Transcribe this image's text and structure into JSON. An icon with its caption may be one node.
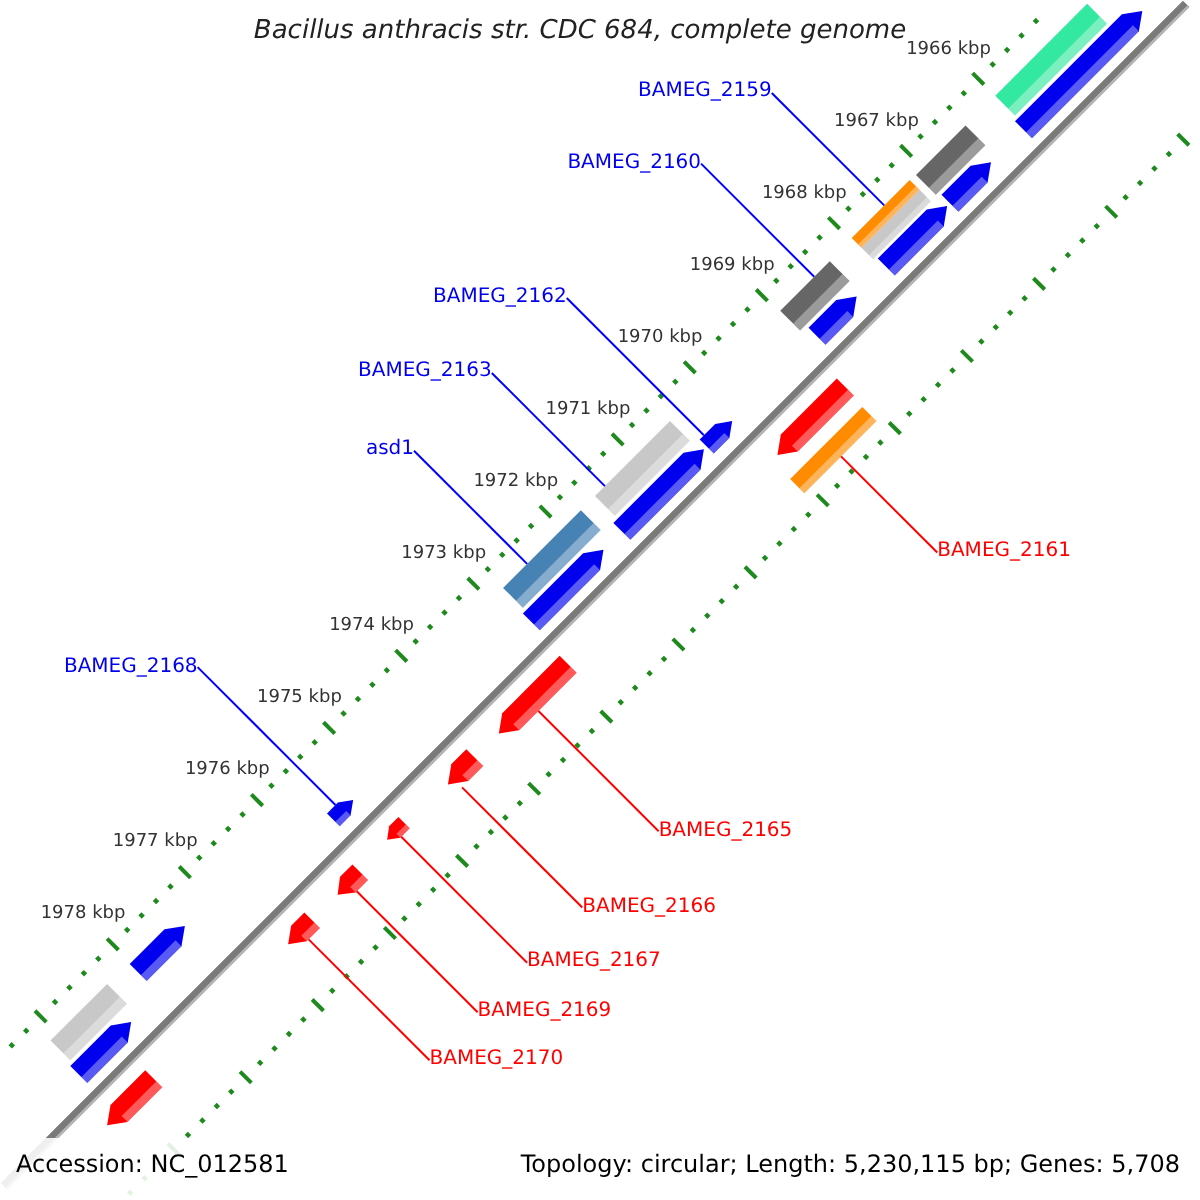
{
  "diagram": {
    "title": "Bacillus anthracis str. CDC 684, complete genome",
    "nodes": [
      {
        "text": [
          "BAMEG_2159"
        ]
      },
      {
        "text": [
          "BAMEG_2160"
        ]
      },
      {
        "text": [
          "BAMEG_2162"
        ]
      },
      {
        "text": [
          "BAMEG_2163"
        ]
      },
      {
        "text": [
          "asd1"
        ]
      },
      {
        "text": [
          "BAMEG_2161"
        ]
      },
      {
        "text": [
          "BAMEG_2168"
        ]
      },
      {
        "text": [
          "BAMEG_2165"
        ]
      },
      {
        "text": [
          "BAMEG_2166"
        ]
      },
      {
        "text": [
          "BAMEG_2167"
        ]
      },
      {
        "text": [
          "BAMEG_2169"
        ]
      },
      {
        "text": [
          "BAMEG_2170"
        ]
      },
      {
        "text": [],
        "shape": "box"
      },
      {
        "text": [],
        "shape": "arrow"
      },
      {
        "text": [],
        "shape": "box"
      },
      {
        "text": [],
        "shape": "arrow"
      },
      {
        "text": [],
        "shape": "box"
      },
      {
        "text": [],
        "shape": "box"
      },
      {
        "text": [],
        "shape": "arrow"
      },
      {
        "text": [],
        "shape": "box"
      },
      {
        "text": [],
        "shape": "arrow"
      },
      {
        "text": [],
        "shape": "arrow"
      },
      {
        "text": [],
        "shape": "box"
      },
      {
        "text": [],
        "shape": "arrow"
      },
      {
        "text": [],
        "shape": "box"
      },
      {
        "text": [],
        "shape": "arrow"
      },
      {
        "text": [],
        "shape": "box"
      },
      {
        "text": [],
        "shape": "arrow"
      },
      {
        "text": [],
        "shape": "arrow"
      },
      {
        "text": [],
        "shape": "arrow"
      },
      {
        "text": [],
        "shape": "arrow"
      },
      {
        "text": [],
        "shape": "arrow"
      },
      {
        "text": [],
        "shape": "arrow"
      },
      {
        "text": [],
        "shape": "arrow"
      },
      {
        "text": [],
        "shape": "arrow"
      },
      {
        "text": [],
        "shape": "box"
      },
      {
        "text": [],
        "shape": "arrow"
      },
      {
        "text": [],
        "shape": "arrow"
      }
    ],
    "edges": [
      {
        "from": 0,
        "to": 16,
        "arrow": "none",
        "color": "#0000ff"
      },
      {
        "from": 1,
        "to": 19,
        "arrow": "none",
        "color": "#0000ff"
      },
      {
        "from": 2,
        "to": 23,
        "arrow": "none",
        "color": "#0000ff"
      },
      {
        "from": 3,
        "to": 24,
        "arrow": "none",
        "color": "#0000ff"
      },
      {
        "from": 4,
        "to": 26,
        "arrow": "none",
        "color": "#0000ff"
      },
      {
        "from": 5,
        "to": 22,
        "arrow": "none",
        "color": "#ff0000"
      },
      {
        "from": 6,
        "to": 30,
        "arrow": "none",
        "color": "#0000ff"
      },
      {
        "from": 7,
        "to": 28,
        "arrow": "none",
        "color": "#ff0000"
      },
      {
        "from": 8,
        "to": 29,
        "arrow": "none",
        "color": "#ff0000"
      },
      {
        "from": 9,
        "to": 31,
        "arrow": "none",
        "color": "#ff0000"
      },
      {
        "from": 10,
        "to": 32,
        "arrow": "none",
        "color": "#ff0000"
      },
      {
        "from": 11,
        "to": 33,
        "arrow": "none",
        "color": "#ff0000"
      }
    ],
    "labels": [
      "1966 kbp",
      "1967 kbp",
      "1968 kbp",
      "1969 kbp",
      "1970 kbp",
      "1971 kbp",
      "1972 kbp",
      "1973 kbp",
      "1974 kbp",
      "1975 kbp",
      "1976 kbp",
      "1977 kbp",
      "1978 kbp",
      "Accession: NC_012581",
      "Topology: circular; Length: 5,230,115 bp; Genes: 5,708"
    ]
  }
}
